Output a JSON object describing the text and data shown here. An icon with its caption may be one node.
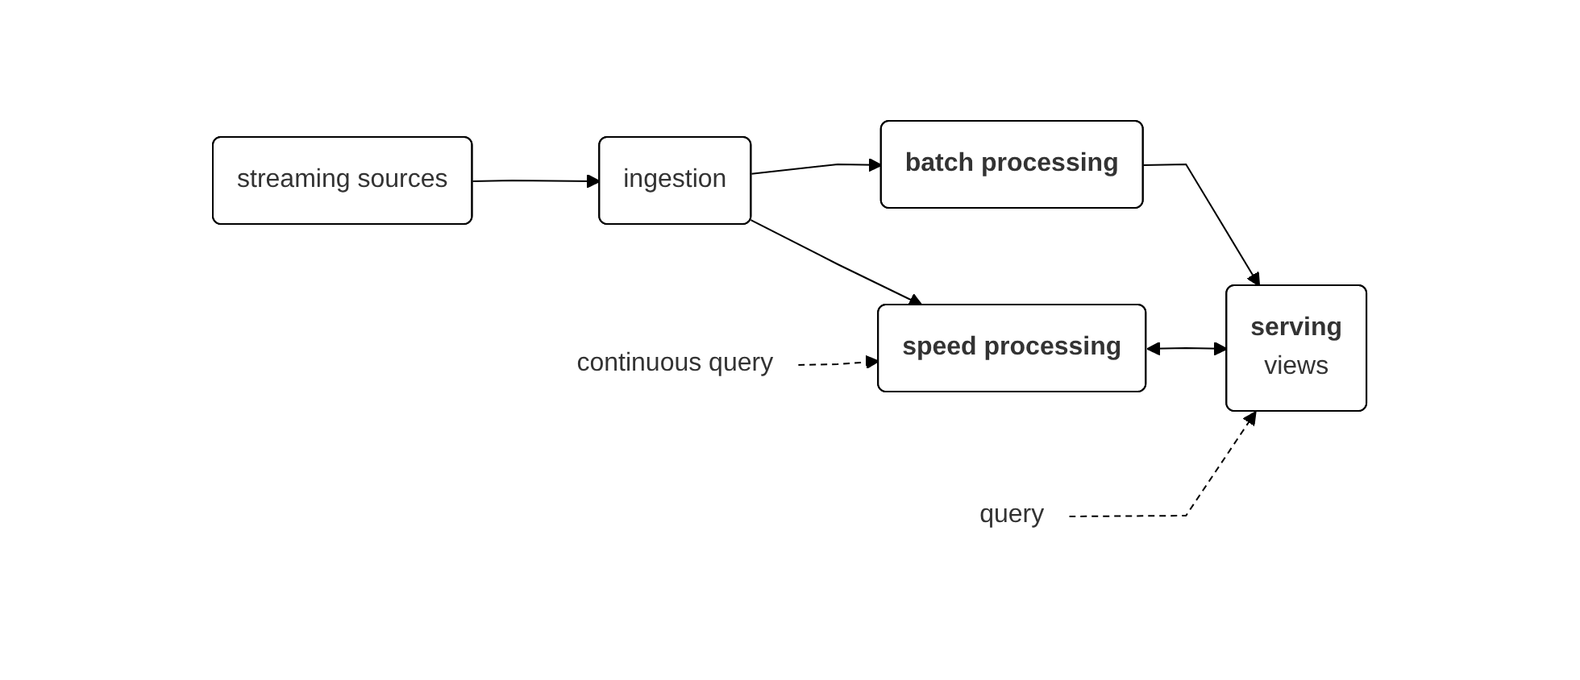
{
  "diagram": {
    "nodes": [
      {
        "text": [
          "streaming sources"
        ]
      },
      {
        "text": [
          "ingestion"
        ]
      },
      {
        "text": [
          "batch processing"
        ]
      },
      {
        "text": [
          "serving",
          "views"
        ]
      },
      {
        "text": [
          "speed processing"
        ]
      },
      {
        "text": [
          "query"
        ]
      },
      {
        "text": [
          "continuous query"
        ]
      }
    ],
    "edges": [
      {
        "from": 0,
        "to": 1,
        "arrow": "to"
      },
      {
        "from": 1,
        "to": 2,
        "arrow": "to"
      },
      {
        "from": 1,
        "to": 4,
        "arrow": "to"
      },
      {
        "from": 2,
        "to": 3,
        "arrow": "to"
      },
      {
        "from": 4,
        "to": 3,
        "arrow": "both"
      },
      {
        "from": 5,
        "to": 3,
        "arrow": "to",
        "style": "dashed"
      },
      {
        "from": 6,
        "to": 4,
        "arrow": "to",
        "style": "dashed"
      }
    ]
  }
}
